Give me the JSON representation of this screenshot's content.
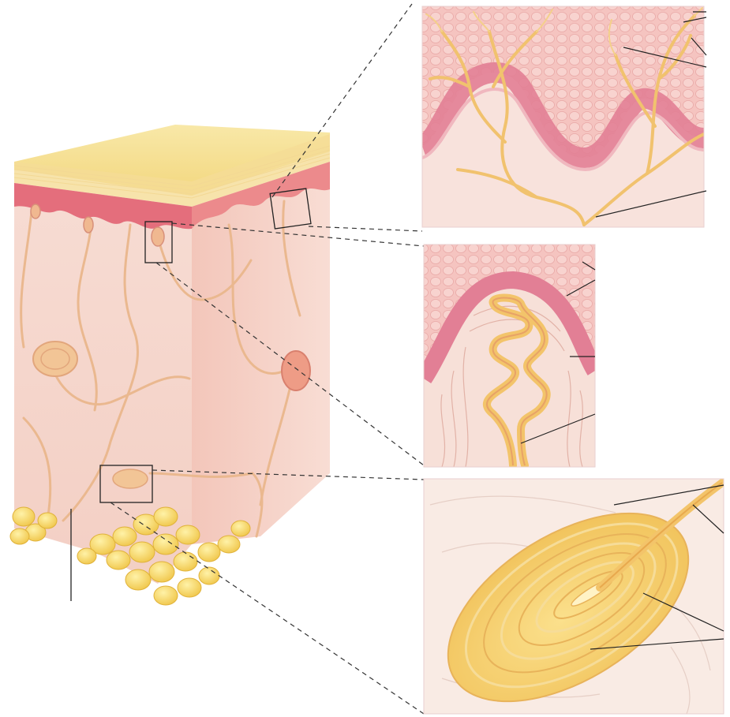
{
  "figure": {
    "labels": [],
    "panels": [
      "skin-block",
      "free-nerve-endings-detail",
      "meissner-corpuscle-detail",
      "pacinian-corpuscle-detail"
    ],
    "colors": {
      "stratum_corneum": "#f6e39a",
      "epidermis": "#e8747f",
      "dermis": "#f6d6cc",
      "nerve": "#f0c27a",
      "fat": "#f4d25a",
      "corpuscle": "#f7d97f"
    }
  }
}
